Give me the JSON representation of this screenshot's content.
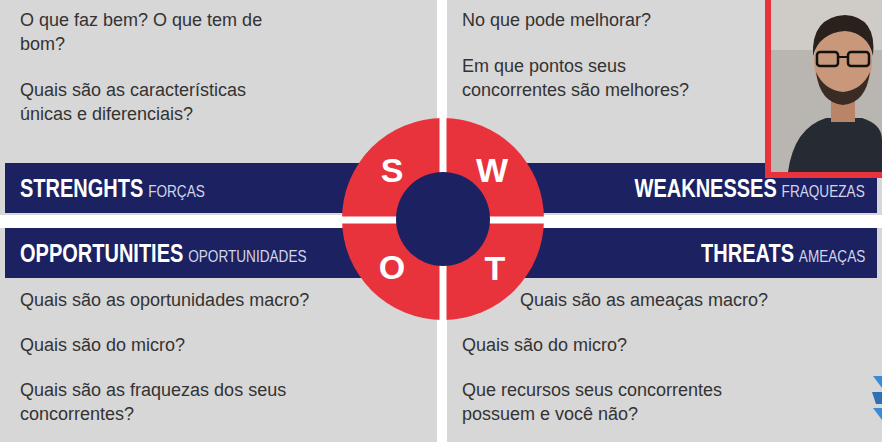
{
  "diagram": {
    "nodes": [
      {
        "text": [
          "O que faz bem? O que tem de bom?",
          "Quais são as características únicas e diferenciais?"
        ]
      },
      {
        "text": [
          "No que pode melhorar?",
          "Em que pontos seus concorrentes são melhores?"
        ]
      },
      {
        "text": [
          "STRENGHTS",
          "FORÇAS"
        ]
      },
      {
        "text": [
          "WEAKNESSES",
          "FRAQUEZAS"
        ]
      },
      {
        "text": [
          "OPPORTUNITIES",
          "OPORTUNIDADES"
        ]
      },
      {
        "text": [
          "THREATS",
          "AMEAÇAS"
        ]
      },
      {
        "text": [
          "Quais são as oportunidades macro?",
          "Quais são do micro?",
          "Quais são as fraquezas dos seus concorrentes?"
        ]
      },
      {
        "text": [
          "Quais são as ameaças macro?",
          "Quais são do micro?",
          "Que recursos seus concorrentes possuem e você não?"
        ]
      }
    ],
    "labels": [
      "S",
      "W",
      "O",
      "T"
    ]
  }
}
